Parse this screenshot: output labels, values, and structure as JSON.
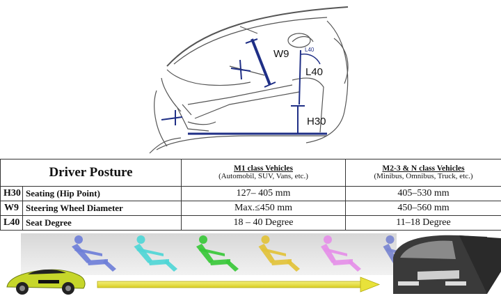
{
  "diagram": {
    "labels": {
      "w9": "W9",
      "l40_small": "L40",
      "l40": "L40",
      "h30": "H30"
    },
    "colors": {
      "line": "#1f2f86",
      "sketch": "#555555"
    }
  },
  "table": {
    "title": "Driver Posture",
    "columns": [
      {
        "heading": "M1 class Vehicles",
        "sub": "(Automobil, SUV, Vans, etc.)"
      },
      {
        "heading": "M2-3 & N class Vehicles",
        "sub": "(Minibus, Omnibus, Truck, etc.)"
      }
    ],
    "rows": [
      {
        "code": "H30",
        "name": "Seating (Hip Point)",
        "m1": "127– 405 mm",
        "m23": "405–530 mm"
      },
      {
        "code": "W9",
        "name": "Steering Wheel Diameter",
        "m1": "Max.≤450 mm",
        "m23": "450–560 mm"
      },
      {
        "code": "L40",
        "name": "Seat Degree",
        "m1": "18 – 40 Degree",
        "m23": "11–18 Degree"
      }
    ]
  },
  "figures": {
    "colors": [
      "#6f7fd8",
      "#4fd6d6",
      "#39c839",
      "#e2c23a",
      "#e58fe8",
      "#7a86d0"
    ],
    "arrow_color": "#e8e23a",
    "car_color": "#c6d62a",
    "truck_color": "#3a3a3a"
  }
}
